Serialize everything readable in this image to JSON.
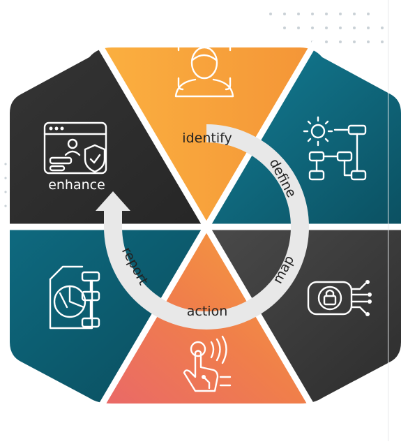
{
  "cycle": {
    "steps": [
      {
        "key": "identify",
        "label": "identify",
        "icon": "face-recognition-icon",
        "color": "#f5a13a"
      },
      {
        "key": "define",
        "label": "define",
        "icon": "gear-flowchart-icon",
        "color": "#0f6a80"
      },
      {
        "key": "map",
        "label": "map",
        "icon": "circuit-lock-icon",
        "color": "#3a3a3a"
      },
      {
        "key": "action",
        "label": "action",
        "icon": "touch-hand-icon",
        "color": "#ef7d4a"
      },
      {
        "key": "report",
        "label": "report",
        "icon": "report-chart-icon",
        "color": "#0f6a80"
      },
      {
        "key": "enhance",
        "label": "enhance",
        "icon": "profile-shield-icon",
        "color": "#333333"
      }
    ],
    "enhance_caption": "enhance"
  }
}
